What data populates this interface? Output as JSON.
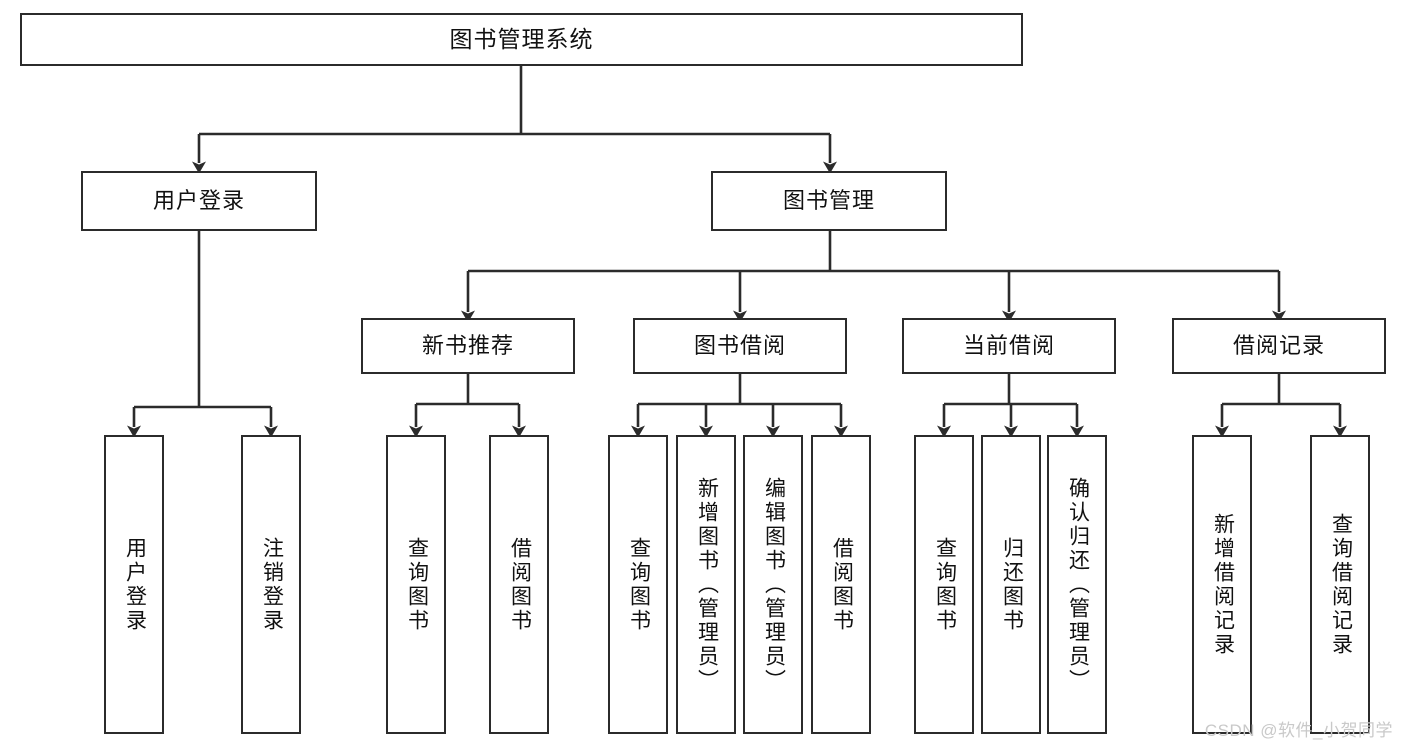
{
  "diagram": {
    "type": "tree",
    "title": "图书管理系统",
    "watermark": "CSDN @软件_小贺同学",
    "colors": {
      "box_border": "#2b2b2b",
      "box_fill": "#ffffff",
      "connector": "#2b2b2b",
      "text": "#111111",
      "watermark": "#c9c9c9"
    },
    "nodes": {
      "root": {
        "label": "图书管理系统"
      },
      "level2": [
        {
          "id": "user-login",
          "label": "用户登录"
        },
        {
          "id": "book-manage",
          "label": "图书管理"
        }
      ],
      "level3": [
        {
          "id": "new-book-recommend",
          "label": "新书推荐"
        },
        {
          "id": "book-borrow",
          "label": "图书借阅"
        },
        {
          "id": "current-borrow",
          "label": "当前借阅"
        },
        {
          "id": "borrow-record",
          "label": "借阅记录"
        }
      ],
      "leaves": {
        "user_login": [
          {
            "id": "leaf-user-login",
            "label": "用户登录"
          },
          {
            "id": "leaf-logout",
            "label": "注销登录"
          }
        ],
        "new_book_recommend": [
          {
            "id": "leaf-query-book-1",
            "label": "查询图书"
          },
          {
            "id": "leaf-borrow-book-1",
            "label": "借阅图书"
          }
        ],
        "book_borrow": [
          {
            "id": "leaf-query-book-2",
            "label": "查询图书"
          },
          {
            "id": "leaf-add-book",
            "label": "新增图书（管理员）"
          },
          {
            "id": "leaf-edit-book",
            "label": "编辑图书（管理员）"
          },
          {
            "id": "leaf-borrow-book-2",
            "label": "借阅图书"
          }
        ],
        "current_borrow": [
          {
            "id": "leaf-query-book-3",
            "label": "查询图书"
          },
          {
            "id": "leaf-return-book",
            "label": "归还图书"
          },
          {
            "id": "leaf-confirm-return",
            "label": "确认归还（管理员）"
          }
        ],
        "borrow_record": [
          {
            "id": "leaf-add-record",
            "label": "新增借阅记录"
          },
          {
            "id": "leaf-query-record",
            "label": "查询借阅记录"
          }
        ]
      }
    }
  }
}
